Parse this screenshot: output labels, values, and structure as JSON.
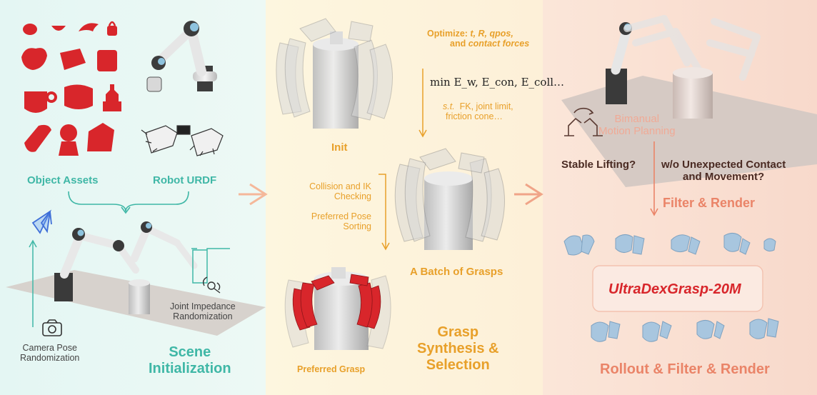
{
  "stage1": {
    "object_assets": "Object Assets",
    "robot_urdf": "Robot URDF",
    "joint_impedance": [
      "Joint Impedance",
      "Randomization"
    ],
    "camera_pose": [
      "Camera Pose",
      "Randomization"
    ],
    "title": [
      "Scene",
      "Initialization"
    ]
  },
  "stage2": {
    "optimize_prefix": "Optimize: ",
    "optimize_vars": "t, R, qpos,",
    "optimize_line2_and": "and ",
    "optimize_line2_vars": "contact forces",
    "objective": "min E_w, E_con, E_coll…",
    "constraint_st": "s.t.",
    "constraint_rest": "FK, joint limit,",
    "constraint_line2": "friction cone…",
    "init": "Init",
    "collision": [
      "Collision and IK",
      "Checking"
    ],
    "preferred_sorting": [
      "Preferred Pose",
      "Sorting"
    ],
    "batch": "A Batch of Grasps",
    "preferred_grasp": "Preferred Grasp",
    "title": [
      "Grasp",
      "Synthesis &",
      "Selection"
    ]
  },
  "stage3": {
    "bimanual": [
      "Bimanual",
      "Motion Planning"
    ],
    "stable": "Stable Lifting?",
    "unexpected": [
      "w/o Unexpected Contact",
      "and Movement?"
    ],
    "filter_render": "Filter & Render",
    "dataset": "UltraDexGrasp-20M",
    "title": "Rollout & Filter & Render"
  },
  "colors": {
    "teal": "#3fb7a6",
    "orange": "#e8a02a",
    "salmon": "#ea8468",
    "dark_label": "#4a2a22",
    "object_red": "#d8262b"
  }
}
